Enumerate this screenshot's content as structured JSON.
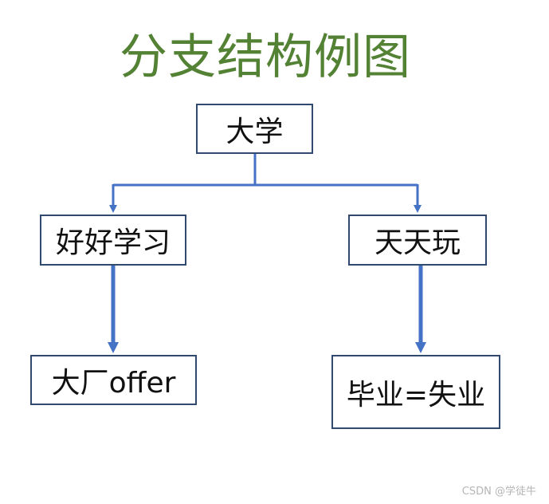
{
  "title": "分支结构例图",
  "nodes": {
    "root": "大学",
    "left": "好好学习",
    "right": "天天玩",
    "left_child": "大厂offer",
    "right_child": "毕业=失业"
  },
  "colors": {
    "title": "#548235",
    "connector": "#4472c4",
    "box_border": "#2f4a6e"
  },
  "watermark": "CSDN @学徒牛"
}
